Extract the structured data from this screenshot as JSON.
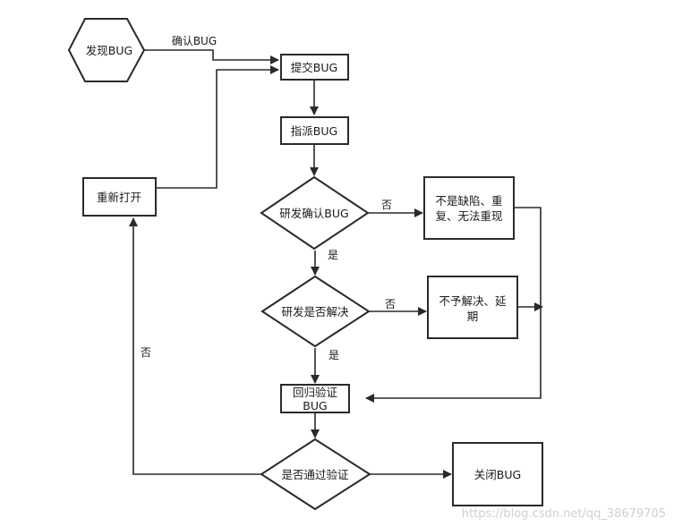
{
  "nodes": {
    "discover": "发现BUG",
    "submit": "提交BUG",
    "assign": "指派BUG",
    "dev_confirm": "研发确认BUG",
    "not_defect_line1": "不是缺陷、重",
    "not_defect_line2": "复、无法重现",
    "dev_resolved": "研发是否解决",
    "no_fix_line1": "不予解决、延",
    "no_fix_line2": "期",
    "regress_line1": "回归验证",
    "regress_line2": "BUG",
    "verify_pass": "是否通过验证",
    "close": "关闭BUG",
    "reopen": "重新打开"
  },
  "edges": {
    "confirm": "确认BUG",
    "no1": "否",
    "yes1": "是",
    "no2": "否",
    "yes2": "是",
    "no3": "否"
  },
  "watermark": "https://blog.csdn.net/qq_38679705"
}
